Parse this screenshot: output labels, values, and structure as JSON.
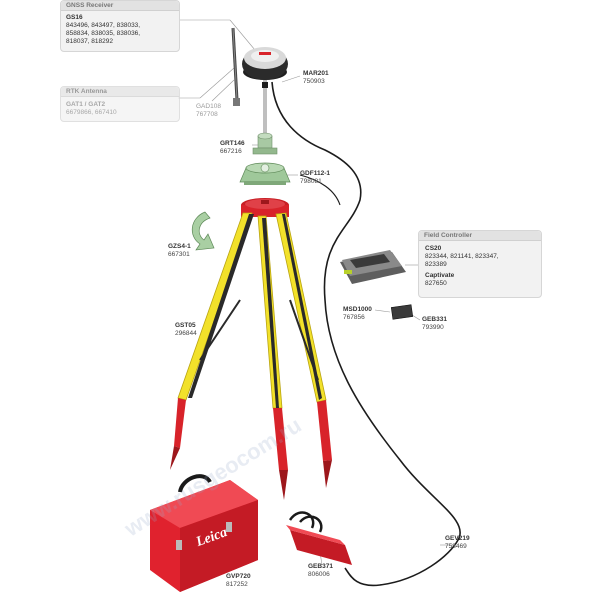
{
  "gnss_receiver": {
    "heading": "GNSS Receiver",
    "model": "GS16",
    "codes": [
      "843496, 843497, 838033,",
      "858834, 838035, 838036,",
      "818037, 818292"
    ]
  },
  "rtk_antenna": {
    "heading": "RTK Antenna",
    "model": "GAT1 / GAT2",
    "codes": "6679866, 667410"
  },
  "field_controller": {
    "heading": "Field Controller",
    "cs20_model": "CS20",
    "cs20_codes": [
      "823344, 821141, 823347,",
      "823389"
    ],
    "captivate_model": "Captivate",
    "captivate_code": "827650"
  },
  "parts": [
    {
      "id": "gad108",
      "name": "GAD108",
      "code": "767708",
      "muted": true
    },
    {
      "id": "mar201",
      "name": "MAR201",
      "code": "750903",
      "muted": false
    },
    {
      "id": "grt146",
      "name": "GRT146",
      "code": "667216",
      "muted": false
    },
    {
      "id": "gdf112",
      "name": "GDF112-1",
      "code": "798081",
      "muted": false
    },
    {
      "id": "gzs4",
      "name": "GZS4-1",
      "code": "667301",
      "muted": false
    },
    {
      "id": "gst05",
      "name": "GST05",
      "code": "296844",
      "muted": false
    },
    {
      "id": "msd",
      "name": "MSD1000",
      "code": "767856",
      "muted": false
    },
    {
      "id": "geb331",
      "name": "GEB331",
      "code": "793990",
      "muted": false
    },
    {
      "id": "gvp",
      "name": "GVP720",
      "code": "817252",
      "muted": false
    },
    {
      "id": "geb371",
      "name": "GEB371",
      "code": "806006",
      "muted": false
    },
    {
      "id": "gev",
      "name": "GEV219",
      "code": "758469",
      "muted": false
    }
  ],
  "case_logo": "Leica",
  "watermark": "www.rusgeocom.ru",
  "colors": {
    "tripod_yellow": "#f2e12a",
    "tripod_red": "#d8232a",
    "case_red": "#e0222e",
    "cable": "#1c1c1c"
  }
}
